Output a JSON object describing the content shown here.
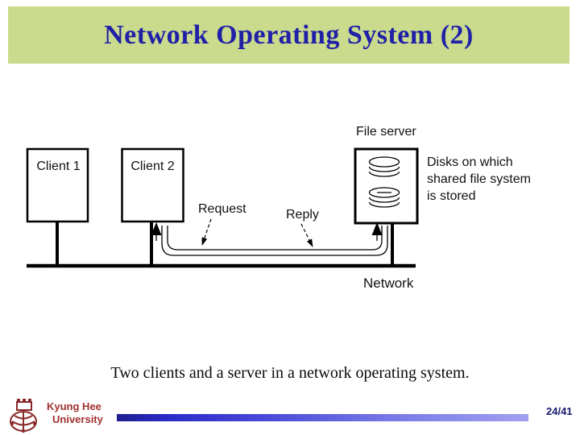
{
  "slide": {
    "title": "Network Operating System (2)",
    "caption": "Two clients and a server in a network operating system."
  },
  "diagram": {
    "client1_label": "Client 1",
    "client2_label": "Client 2",
    "file_server_label": "File server",
    "disks_note_lines": [
      "Disks on which",
      "shared file system",
      "is stored"
    ],
    "request_label": "Request",
    "reply_label": "Reply",
    "network_label": "Network"
  },
  "footer": {
    "university_name_line1": "Kyung Hee",
    "university_name_line2": "University",
    "page_indicator": "24/41"
  },
  "icons": {
    "disk_icon": "disk-cylinder",
    "crest_icon": "university-crest"
  },
  "colors": {
    "title_bar_bg": "#cadb8d",
    "title_text": "#2121a8",
    "diagram_ink": "#111111",
    "university_text": "#a03030",
    "page_indicator_text": "#1a1a70",
    "progress_bar_start": "#1e1e8f",
    "progress_bar_end": "#a0a0f0"
  }
}
